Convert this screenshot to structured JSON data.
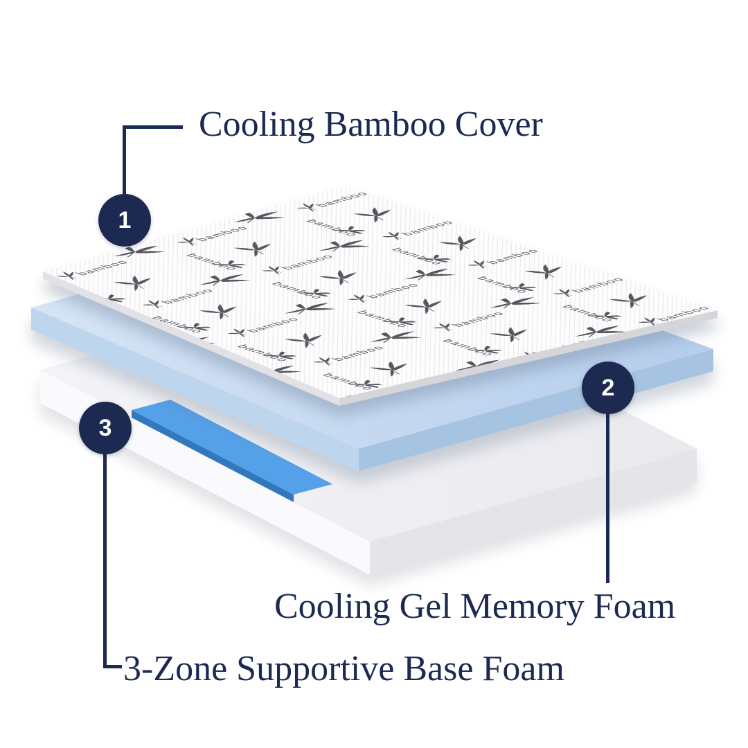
{
  "diagram": {
    "name": "Mattress layers exploded diagram",
    "fabric_text": "bamboo",
    "callouts": [
      {
        "number": "1",
        "label": "Cooling Bamboo Cover"
      },
      {
        "number": "2",
        "label": "Cooling Gel Memory Foam"
      },
      {
        "number": "3",
        "label": "3-Zone Supportive Base Foam"
      }
    ],
    "colors": {
      "navy": "#1c2a52",
      "memory_foam_blue": "#c4d8f0",
      "gel_strip_blue": "#55a1e9",
      "base_foam_gray": "#f2f2f5",
      "fabric_ink": "#3f3f48",
      "background": "#ffffff"
    }
  }
}
